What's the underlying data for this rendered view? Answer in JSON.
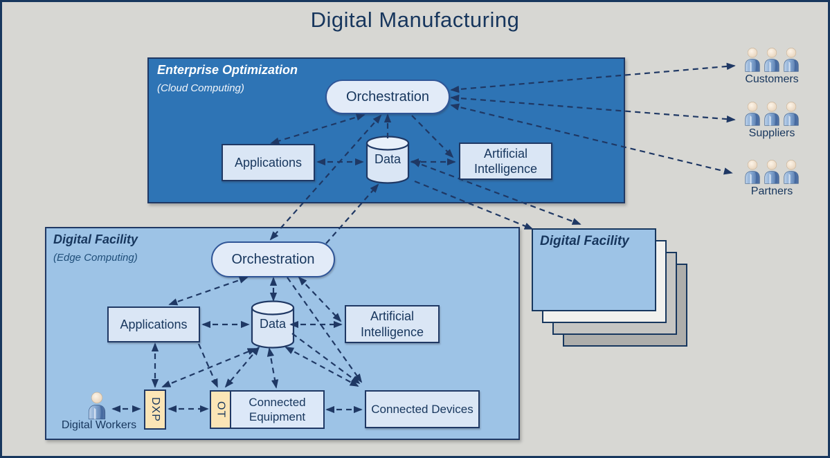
{
  "title": "Digital Manufacturing",
  "colors": {
    "background": "#d7d7d3",
    "navy": "#1f3864",
    "enterprise_fill": "#2e74b5",
    "facility_fill": "#9dc3e6",
    "node_fill": "#dae6f5",
    "pill_fill": "#e2ebf8",
    "tab_fill": "#fbe5b6",
    "stack_back_fills": [
      "#f1f1ee",
      "#c6c6c3",
      "#aeaeab"
    ]
  },
  "enterprise": {
    "title": "Enterprise Optimization",
    "subtitle": "(Cloud Computing)",
    "orchestration": "Orchestration",
    "applications": "Applications",
    "data": "Data",
    "ai": "Artificial Intelligence"
  },
  "facility": {
    "title": "Digital Facility",
    "subtitle": "(Edge Computing)",
    "orchestration": "Orchestration",
    "applications": "Applications",
    "data": "Data",
    "ai": "Artificial Intelligence",
    "dxp": "DXP",
    "ot": "OT",
    "connected_equipment": "Connected Equipment",
    "connected_devices": "Connected Devices",
    "digital_workers": "Digital Workers"
  },
  "facility_stack": {
    "title": "Digital Facility"
  },
  "stakeholders": [
    {
      "label": "Customers"
    },
    {
      "label": "Suppliers"
    },
    {
      "label": "Partners"
    }
  ]
}
